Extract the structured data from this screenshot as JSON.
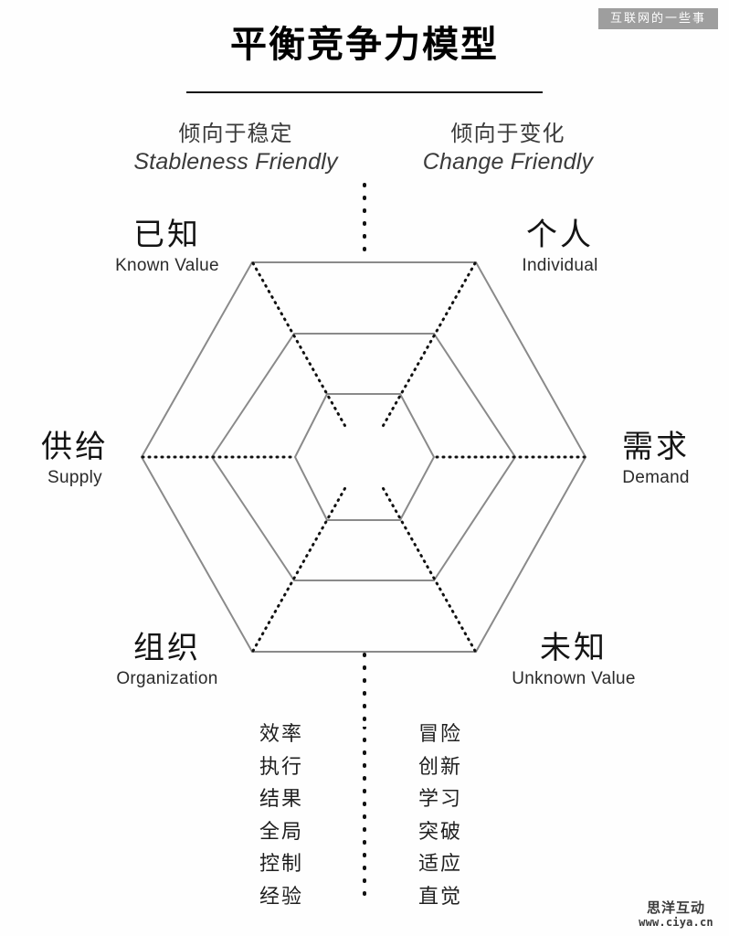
{
  "title": "平衡竞争力模型",
  "watermarks": {
    "top_right": "互联网的一些事",
    "bottom_right_cn": "思洋互动",
    "bottom_right_url": "www.ciya.cn"
  },
  "subheads": {
    "left": {
      "cn": "倾向于稳定",
      "en": "Stableness Friendly"
    },
    "right": {
      "cn": "倾向于变化",
      "en": "Change Friendly"
    }
  },
  "axes": [
    {
      "id": "known",
      "cn": "已知",
      "en": "Known Value",
      "position": "top-left"
    },
    {
      "id": "individual",
      "cn": "个人",
      "en": "Individual",
      "position": "top-right"
    },
    {
      "id": "supply",
      "cn": "供给",
      "en": "Supply",
      "position": "left"
    },
    {
      "id": "demand",
      "cn": "需求",
      "en": "Demand",
      "position": "right"
    },
    {
      "id": "organization",
      "cn": "组织",
      "en": "Organization",
      "position": "bottom-left"
    },
    {
      "id": "unknown",
      "cn": "未知",
      "en": "Unknown Value",
      "position": "bottom-right"
    }
  ],
  "keywords": {
    "left": [
      "效率",
      "执行",
      "结果",
      "全局",
      "控制",
      "经验"
    ],
    "right": [
      "冒险",
      "创新",
      "学习",
      "突破",
      "适应",
      "直觉"
    ]
  },
  "chart_data": {
    "type": "radar",
    "title": "平衡竞争力模型",
    "note": "Nested hexagon (3 rings) with 6 labeled axes and a dotted vertical divider separating the stableness-friendly (left) and change-friendly (right) halves.",
    "axis_labels": [
      "已知 Known Value",
      "个人 Individual",
      "需求 Demand",
      "未知 Unknown Value",
      "组织 Organization",
      "供给 Supply"
    ],
    "rings": 3,
    "ring_scales": [
      1.0,
      0.685,
      0.345
    ],
    "hexagon_geometry": {
      "center": [
        398,
        500
      ],
      "outer": {
        "half_width": 243,
        "half_height": 213,
        "top_edge_half_width": 123
      },
      "middle": {
        "half_width": 166,
        "half_height": 146,
        "top_edge_half_width": 84
      },
      "inner": {
        "half_width": 76,
        "half_height": 68,
        "top_edge_half_width": 40
      }
    },
    "stroke_colors": {
      "solid": "#8a8a8a",
      "dotted": "#111111"
    },
    "legend": [],
    "grid": true
  },
  "colors": {
    "background": "#fefefe",
    "title": "#000000",
    "hex_stroke": "#8a8a8a",
    "dotted_stroke": "#111111",
    "watermark_bg": "#9e9e9e",
    "text": "#1a1a1a"
  }
}
